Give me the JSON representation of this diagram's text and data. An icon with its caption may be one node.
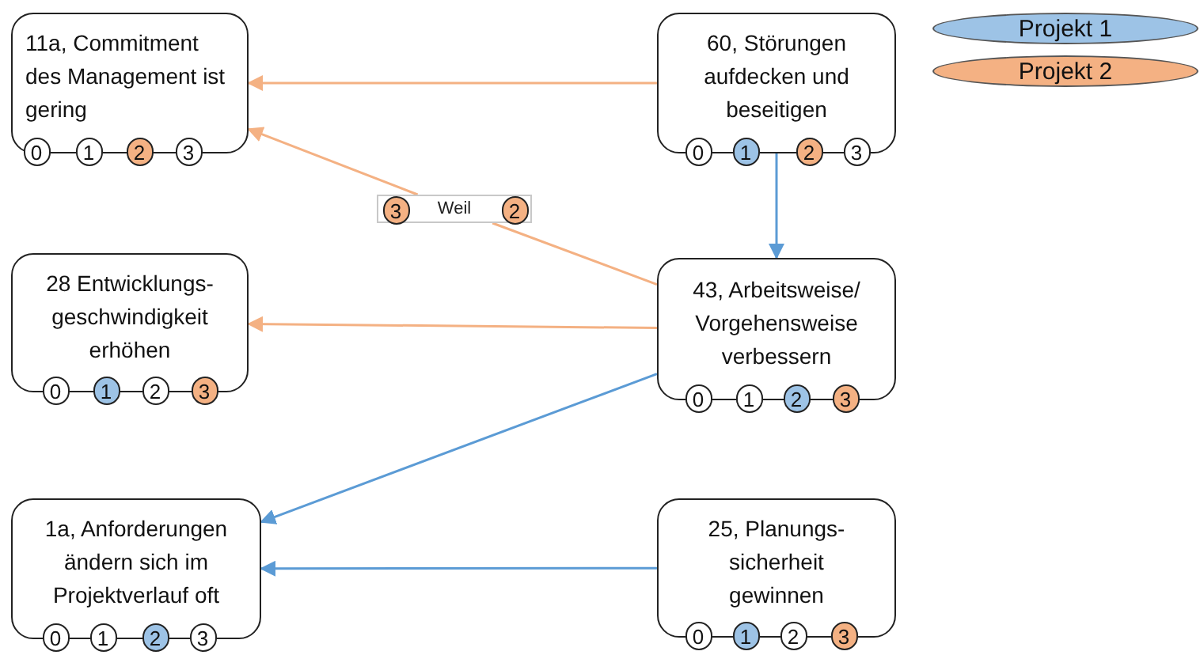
{
  "diagram": {
    "nodes": [
      {
        "text": [
          "11a, Commitment des Management ist gering"
        ]
      },
      {
        "text": [
          "0"
        ],
        "in": 0
      },
      {
        "text": [
          "1"
        ],
        "in": 0
      },
      {
        "text": [
          "2"
        ],
        "in": 0
      },
      {
        "text": [
          "3"
        ],
        "in": 0
      },
      {
        "text": [
          "60, Störungen aufdecken und beseitigen"
        ]
      },
      {
        "text": [
          "0"
        ],
        "in": 5
      },
      {
        "text": [
          "1"
        ],
        "in": 5
      },
      {
        "text": [
          "2"
        ],
        "in": 5
      },
      {
        "text": [
          "3"
        ],
        "in": 5
      },
      {
        "text": [
          "Weil"
        ]
      },
      {
        "text": [
          "3"
        ],
        "in": 10
      },
      {
        "text": [
          "2"
        ],
        "in": 10
      },
      {
        "text": [
          "28 Entwicklungs-geschwindigkeit erhöhen"
        ]
      },
      {
        "text": [
          "0"
        ],
        "in": 13
      },
      {
        "text": [
          "1"
        ],
        "in": 13
      },
      {
        "text": [
          "2"
        ],
        "in": 13
      },
      {
        "text": [
          "3"
        ],
        "in": 13
      },
      {
        "text": [
          "43, Arbeitsweise/ Vorgehensweise verbessern"
        ]
      },
      {
        "text": [
          "0"
        ],
        "in": 18
      },
      {
        "text": [
          "1"
        ],
        "in": 18
      },
      {
        "text": [
          "2"
        ],
        "in": 18
      },
      {
        "text": [
          "3"
        ],
        "in": 18
      },
      {
        "text": [
          "1a, Anforderungen ändern sich im Projektverlauf oft"
        ]
      },
      {
        "text": [
          "0"
        ],
        "in": 23
      },
      {
        "text": [
          "1"
        ],
        "in": 23
      },
      {
        "text": [
          "2"
        ],
        "in": 23
      },
      {
        "text": [
          "3"
        ],
        "in": 23
      },
      {
        "text": [
          "25, Planungs-sicherheit gewinnen"
        ]
      },
      {
        "text": [
          "0"
        ],
        "in": 28
      },
      {
        "text": [
          "1"
        ],
        "in": 28
      },
      {
        "text": [
          "2"
        ],
        "in": 28
      },
      {
        "text": [
          "3"
        ],
        "in": 28
      }
    ],
    "edges": [
      {
        "from": 5,
        "to": 0,
        "arrow": "to",
        "color": "#f4b183"
      },
      {
        "from": 18,
        "to": 10,
        "arrow": "none",
        "color": "#f4b183"
      },
      {
        "from": 10,
        "to": 0,
        "arrow": "to",
        "color": "#f4b183"
      },
      {
        "from": 5,
        "to": 18,
        "arrow": "to",
        "color": "#5b9bd5"
      },
      {
        "from": 18,
        "to": 13,
        "arrow": "to",
        "color": "#f4b183"
      },
      {
        "from": 18,
        "to": 23,
        "arrow": "to",
        "color": "#5b9bd5"
      },
      {
        "from": 28,
        "to": 23,
        "arrow": "to",
        "color": "#5b9bd5"
      }
    ],
    "legend": [
      {
        "text": "Projekt 1",
        "color": "#9dc3e6"
      },
      {
        "text": "Projekt 2",
        "color": "#f4b183"
      }
    ]
  }
}
